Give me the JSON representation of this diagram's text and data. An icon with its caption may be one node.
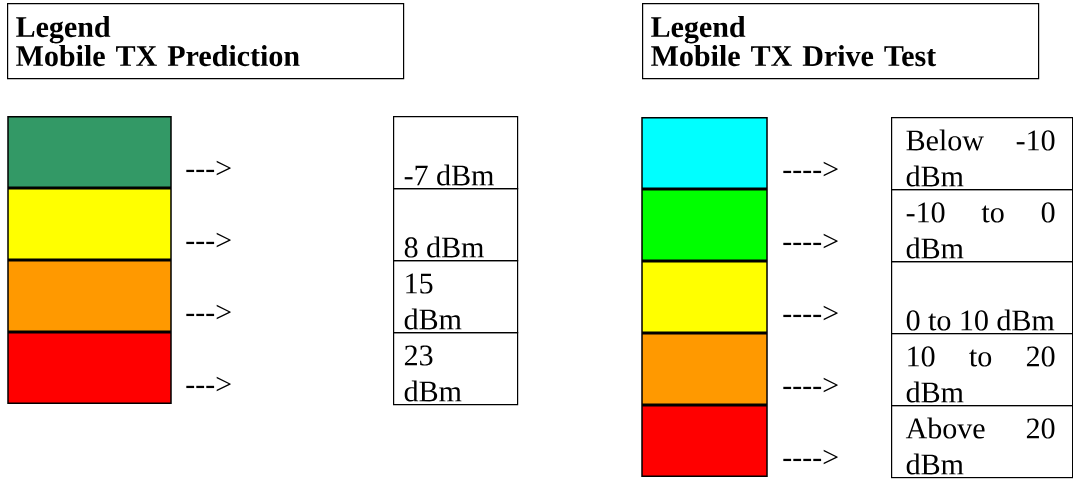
{
  "diagram": {
    "nodes": [
      {
        "text": [
          "Legend",
          "Mobile TX Prediction"
        ]
      },
      {
        "text": [
          "Legend",
          "Mobile TX Drive Test"
        ]
      }
    ],
    "labels": [
      "--->",
      "--->",
      "--->",
      "--->",
      "---->",
      "---->",
      "---->",
      "---->",
      "---->"
    ],
    "legend": [
      {
        "text": "-7 dBm",
        "color": "#339966"
      },
      {
        "text": "8 dBm",
        "color": "#ffff00"
      },
      {
        "text": "15 dBm",
        "color": "#ff9900"
      },
      {
        "text": "23 dBm",
        "color": "#ff0000"
      },
      {
        "text": "Below -10 dBm",
        "color": "#00ffff"
      },
      {
        "text": "-10 to 0 dBm",
        "color": "#00ff00"
      },
      {
        "text": "0 to 10 dBm",
        "color": "#ffff00"
      },
      {
        "text": "10 to 20 dBm",
        "color": "#ff9900"
      },
      {
        "text": "Above 20 dBm",
        "color": "#ff0000"
      }
    ]
  }
}
